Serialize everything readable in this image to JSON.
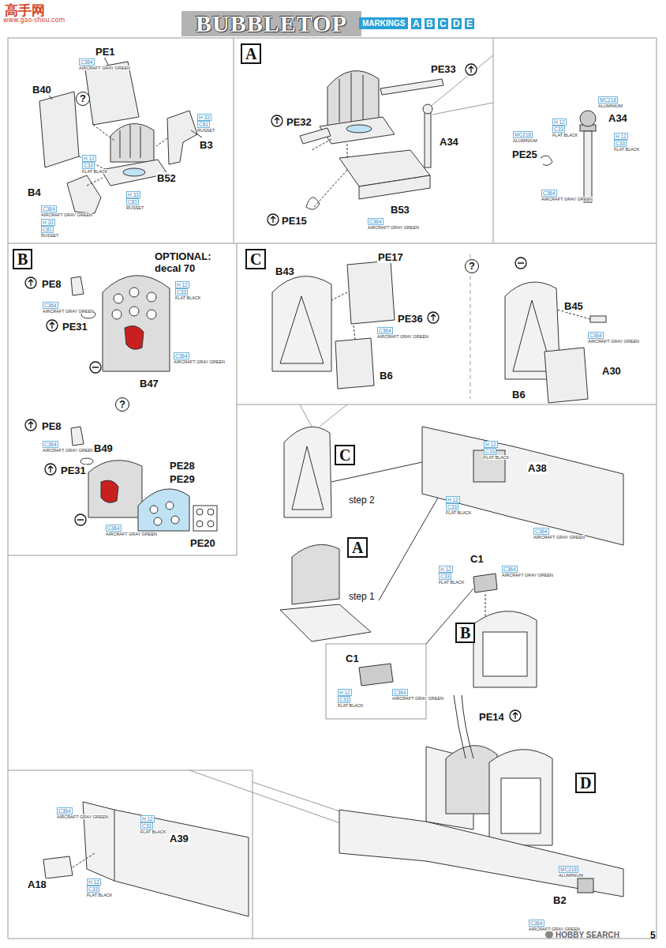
{
  "diagram": {
    "title": "BUBBLETOP",
    "nodes": [
      {
        "text": [
          "A"
        ]
      },
      {
        "text": [
          "B"
        ]
      },
      {
        "text": [
          "C"
        ]
      },
      {
        "text": [
          "D"
        ]
      },
      {
        "text": [
          "E"
        ]
      },
      {
        "text": [
          "A"
        ]
      },
      {
        "text": [
          "B"
        ]
      },
      {
        "text": [
          "C"
        ]
      },
      {
        "text": [
          "C"
        ]
      },
      {
        "text": [
          "A"
        ]
      },
      {
        "text": [
          "B"
        ]
      },
      {
        "text": [
          "D"
        ]
      }
    ],
    "labels": [
      "高手网",
      "www.gao-shou.com",
      "MARKINGS",
      "PE1",
      "C364",
      "AIRCRAFT GRAY GREEN",
      "B40",
      "?",
      "H 33",
      "C81",
      "RUSSET",
      "B3",
      "H 12",
      "C33",
      "FLAT BLACK",
      "B52",
      "H 33",
      "C81",
      "RUSSET",
      "B4",
      "C364",
      "AIRCRAFT GRAY GREEN",
      "H 33",
      "C81",
      "RUSSET",
      "PE33",
      "PE32",
      "A34",
      "PE15",
      "C364",
      "AIRCRAFT GRAY GREEN",
      "B53",
      "MC218",
      "ALUMINIUM",
      "A34",
      "H 12",
      "C33",
      "FLAT BLACK",
      "MC218",
      "ALUMINIUM",
      "H 12",
      "C33",
      "FLAT BLACK",
      "PE25",
      "C364",
      "AIRCRAFT GRAY GREEN",
      "OPTIONAL: decal 70",
      "PE8",
      "C364",
      "AIRCRAFT GRAY GREEN",
      "PE31",
      "H 12",
      "C33",
      "FLAT BLACK",
      "C364",
      "AIRCRAFT GRAY GREEN",
      "B47",
      "?",
      "PE8",
      "C364",
      "AIRCRAFT GRAY GREEN",
      "B49",
      "PE31",
      "PE28",
      "PE29",
      "PE20",
      "C364",
      "AIRCRAFT GRAY GREEN",
      "B43",
      "PE17",
      "C364",
      "AIRCRAFT GRAY GREEN",
      "PE36",
      "B6",
      "?",
      "B45",
      "C364",
      "AIRCRAFT GRAY GREEN",
      "A30",
      "B6",
      "step 2",
      "H 12",
      "C33",
      "FLAT BLACK",
      "A38",
      "H 12",
      "C33",
      "FLAT BLACK",
      "C364",
      "AIRCRAFT GRAY GREEN",
      "step 1",
      "C1",
      "H 12",
      "C33",
      "FLAT BLACK",
      "C364",
      "AIRCRAFT GRAY GREEN",
      "C1",
      "H 12",
      "C33",
      "FLAT BLACK",
      "C364",
      "AIRCRAFT GRAY GREEN",
      "PE14",
      "MC218",
      "ALUMINIUM",
      "B2",
      "C364",
      "AIRCRAFT GRAY GREEN",
      "C364",
      "AIRCRAFT GRAY GREEN",
      "H 12",
      "C33",
      "FLAT BLACK",
      "A39",
      "A18",
      "H 12",
      "C33",
      "FLAT BLACK",
      "HOBBY SEARCH",
      "5"
    ]
  }
}
